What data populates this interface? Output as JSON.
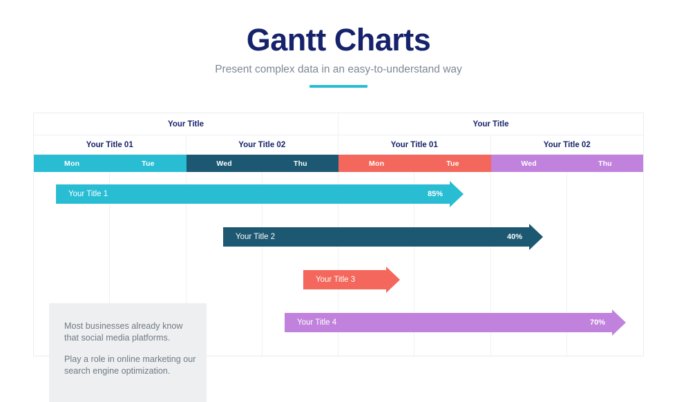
{
  "header": {
    "title": "Gantt Charts",
    "subtitle": "Present complex data in an easy-to-understand way",
    "accent_color": "#29bdd4",
    "title_color": "#16226b",
    "subtitle_color": "#7c8794"
  },
  "chart_data": {
    "type": "bar",
    "title": "Gantt Charts",
    "subtitle": "Present complex data in an easy-to-understand way",
    "xlabel": "",
    "ylabel": "",
    "grid": true,
    "legend": "none",
    "group_headers": [
      {
        "label": "Your Title",
        "span": 4
      },
      {
        "label": "Your Title",
        "span": 4
      }
    ],
    "sub_headers": [
      {
        "label": "Your Title 01",
        "span": 2
      },
      {
        "label": "Your Title 02",
        "span": 2
      },
      {
        "label": "Your Title 01",
        "span": 2
      },
      {
        "label": "Your Title 02",
        "span": 2
      }
    ],
    "categories": [
      "Mon",
      "Tue",
      "Wed",
      "Thu",
      "Mon",
      "Tue",
      "Wed",
      "Thu"
    ],
    "day_colors": [
      "#29bdd4",
      "#29bdd4",
      "#1c5871",
      "#1c5871",
      "#f4675c",
      "#f4675c",
      "#c182dd",
      "#c182dd"
    ],
    "tasks": [
      {
        "label": "Your Title 1",
        "percent": "85%",
        "percent_value": 85,
        "color": "#29bdd4",
        "color_name": "cyan",
        "start_col": 0.29,
        "end_col": 5.63
      },
      {
        "label": "Your Title 2",
        "percent": "40%",
        "percent_value": 40,
        "color": "#1c5871",
        "color_name": "navy",
        "start_col": 2.48,
        "end_col": 6.68
      },
      {
        "label": "Your Title 3",
        "percent": "",
        "percent_value": null,
        "color": "#f4675c",
        "color_name": "coral",
        "start_col": 3.53,
        "end_col": 4.81
      },
      {
        "label": "Your Title 4",
        "percent": "70%",
        "percent_value": 70,
        "color": "#c182dd",
        "color_name": "purple",
        "start_col": 3.28,
        "end_col": 7.76
      }
    ]
  },
  "note": {
    "paragraph_1": "Most businesses already know that social media platforms.",
    "paragraph_2": "Play a role in online marketing our search engine optimization.",
    "background": "#eeeff1",
    "text_color": "#6f7a84"
  }
}
